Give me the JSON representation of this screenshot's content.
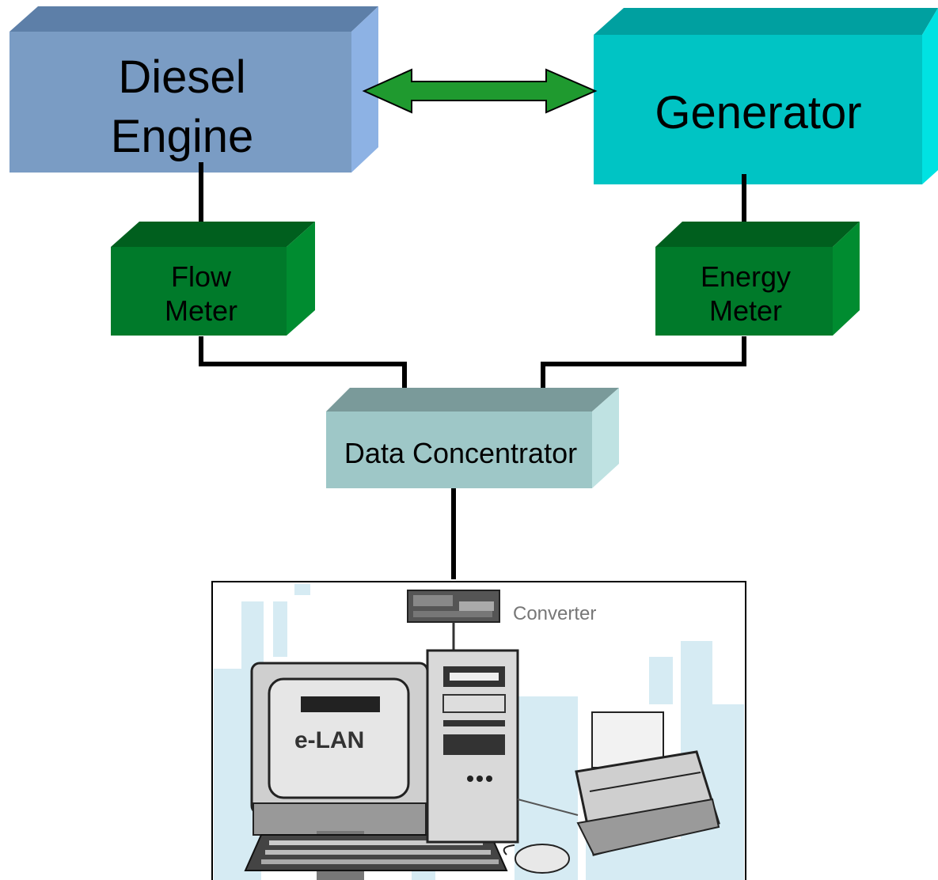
{
  "nodes": {
    "diesel_engine": {
      "line1": "Diesel",
      "line2": "Engine"
    },
    "generator": {
      "label": "Generator"
    },
    "flow_meter": {
      "line1": "Flow",
      "line2": "Meter"
    },
    "energy_meter": {
      "line1": "Energy",
      "line2": "Meter"
    },
    "data_concentrator": {
      "label": "Data Concentrator"
    }
  },
  "computer_panel": {
    "converter_label": "Converter",
    "screen_logo_text": "e-LAN"
  },
  "colors": {
    "diesel_engine": "#7a9cc4",
    "generator": "#00c4c4",
    "meter": "#007a2a",
    "data_concentrator": "#9ec7c7",
    "arrow": "#1f9a2f"
  }
}
